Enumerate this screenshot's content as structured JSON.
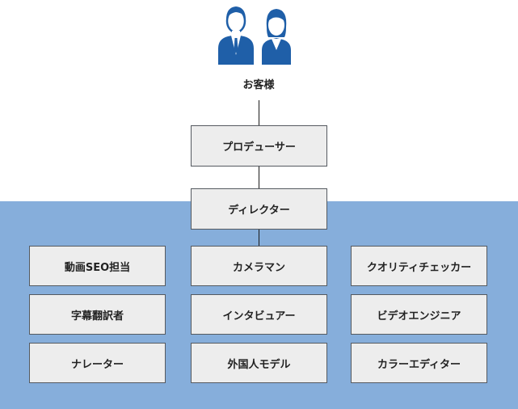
{
  "colors": {
    "accent_blue": "#86aedb",
    "icon_blue": "#1f5fa8",
    "node_fill": "#ededed",
    "node_border": "#555a60"
  },
  "customer": {
    "icon": "customer-people-icon",
    "label": "お客様"
  },
  "producer": {
    "label": "プロデューサー"
  },
  "director": {
    "label": "ディレクター"
  },
  "team": {
    "columns": [
      [
        "動画SEO担当",
        "字幕翻訳者",
        "ナレーター"
      ],
      [
        "カメラマン",
        "インタビュアー",
        "外国人モデル"
      ],
      [
        "クオリティチェッカー",
        "ビデオエンジニア",
        "カラーエディター"
      ]
    ]
  }
}
